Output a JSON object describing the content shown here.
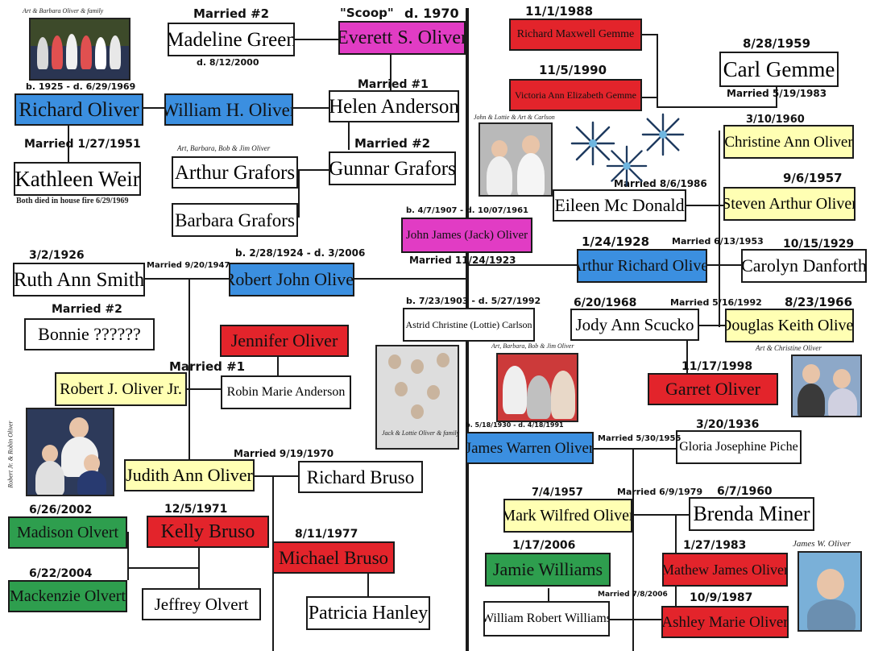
{
  "colors": {
    "red": "#e3242b",
    "blue": "#3b8fe0",
    "yellow": "#ffffb3",
    "pink": "#e13cc4",
    "green": "#2e9e4e",
    "white": "#ffffff",
    "line": "#1a1a1a"
  },
  "people": {
    "madeline_green": "Madeline Green",
    "everett_oliver": "Everett S. Oliver",
    "richard_maxwell_gemme": "Richard Maxwell Gemme",
    "victoria_gemme": "Victoria Ann Elizabeth Gemme",
    "carl_gemme": "Carl Gemme",
    "richard_oliver": "Richard Oliver",
    "william_oliver": "William H. Oliver",
    "helen_anderson": "Helen Anderson",
    "christine_oliver": "Christine Ann Oliver",
    "kathleen_weir": "Kathleen Weir",
    "arthur_grafors": "Arthur Grafors",
    "gunnar_grafors": "Gunnar Grafors",
    "eileen_mcdonald": "Eileen Mc Donald",
    "steven_oliver": "Steven Arthur Oliver",
    "barbara_grafors": "Barbara Grafors",
    "jack_oliver": "John James (Jack) Oliver",
    "ruth_smith": "Ruth Ann Smith",
    "robert_john_oliver": "Robert John Oliver",
    "arthur_richard_oliver": "Arthur Richard Oliver",
    "carolyn_danforth": "Carolyn Danforth",
    "lottie_carlson": "Astrid Christine (Lottie) Carlson",
    "jody_scucko": "Jody Ann Scucko",
    "douglas_oliver": "Douglas Keith Oliver",
    "bonnie": "Bonnie ??????",
    "jennifer_oliver": "Jennifer Oliver",
    "robert_jr": "Robert J. Oliver Jr.",
    "robin_anderson": "Robin Marie Anderson",
    "garret_oliver": "Garret Oliver",
    "james_warren_oliver": "James Warren Oliver",
    "gloria_piche": "Gloria Josephine Piche",
    "judith_oliver": "Judith Ann Oliver",
    "richard_bruso": "Richard Bruso",
    "mark_oliver": "Mark Wilfred Oliver",
    "brenda_miner": "Brenda Miner",
    "madison_olvert": "Madison Olvert",
    "kelly_bruso": "Kelly Bruso",
    "michael_bruso": "Michael Bruso",
    "jamie_williams": "Jamie Williams",
    "mathew_oliver": "Mathew James Oliver",
    "mackenzie_olvert": "Mackenzie Olvert",
    "jeffrey_olvert": "Jeffrey Olvert",
    "patricia_hanley": "Patricia Hanley",
    "william_robert_williams": "William Robert Williams",
    "ashley_oliver": "Ashley  Marie Oliver"
  },
  "labels": {
    "married2_madeline": "Married #2",
    "scoop": "\"Scoop\"",
    "d1970": "d. 1970",
    "d_madeline": "d. 8/12/2000",
    "date_11_1_1988": "11/1/1988",
    "date_11_5_1990": "11/5/1990",
    "date_8_28_1959": "8/28/1959",
    "married_carl": "Married 5/19/1983",
    "richard_bd": "b. 1925 - d. 6/29/1969",
    "married1_helen": "Married #1",
    "date_3_10_1960": "3/10/1960",
    "married_kathleen": "Married 1/27/1951",
    "married2_gunnar": "Married #2",
    "date_9_6_1957": "9/6/1957",
    "fire": "Both died in house fire 6/29/1969",
    "married_eileen": "Married 8/6/1986",
    "jack_bd": "b. 4/7/1907 - d. 10/07/1961",
    "date_3_2_1926": "3/2/1926",
    "robert_bd": "b. 2/28/1924 - d. 3/2006",
    "married_ruth": "Married 9/20/1947",
    "married_jack": "Married 11/24/1923",
    "date_1_24_1928": "1/24/1928",
    "married_carolyn": "Married 6/13/1953",
    "date_10_15_1929": "10/15/1929",
    "lottie_bd": "b. 7/23/1903 - d. 5/27/1992",
    "date_6_20_1968": "6/20/1968",
    "married_jody": "Married 5/16/1992",
    "date_8_23_1966": "8/23/1966",
    "married2_bonnie": "Married #2",
    "married1_robin": "Married #1",
    "date_11_17_1998": "11/17/1998",
    "james_bd": "b. 5/18/1930 - d. 4/18/1991",
    "married_gloria": "Married 5/30/1955",
    "date_3_20_1936": "3/20/1936",
    "married_judith": "Married 9/19/1970",
    "date_7_4_1957": "7/4/1957",
    "married_brenda": "Married 6/9/1979",
    "date_6_7_1960": "6/7/1960",
    "date_6_26_2002": "6/26/2002",
    "date_12_5_1971": "12/5/1971",
    "date_8_11_1977": "8/11/1977",
    "date_1_17_2006": "1/17/2006",
    "date_1_27_1983": "1/27/1983",
    "date_6_22_2004": "6/22/2004",
    "married_william": "Married 7/8/2006",
    "date_10_9_1987": "10/9/1987"
  },
  "captions": {
    "family_photo": "Art & Barbara Oliver & family",
    "art_barbara_bob_jim": "Art, Barbara, Bob & Jim Oliver",
    "john_lottie": "John & Lottie & Art & Carlson",
    "jack_lottie_family": "Jack & Lottie Oliver & family",
    "art_christine": "Art & Christine Oliver",
    "robert_jr_photo": "Robert Jr. & Robin Oliver",
    "james_w": "James W. Oliver"
  }
}
